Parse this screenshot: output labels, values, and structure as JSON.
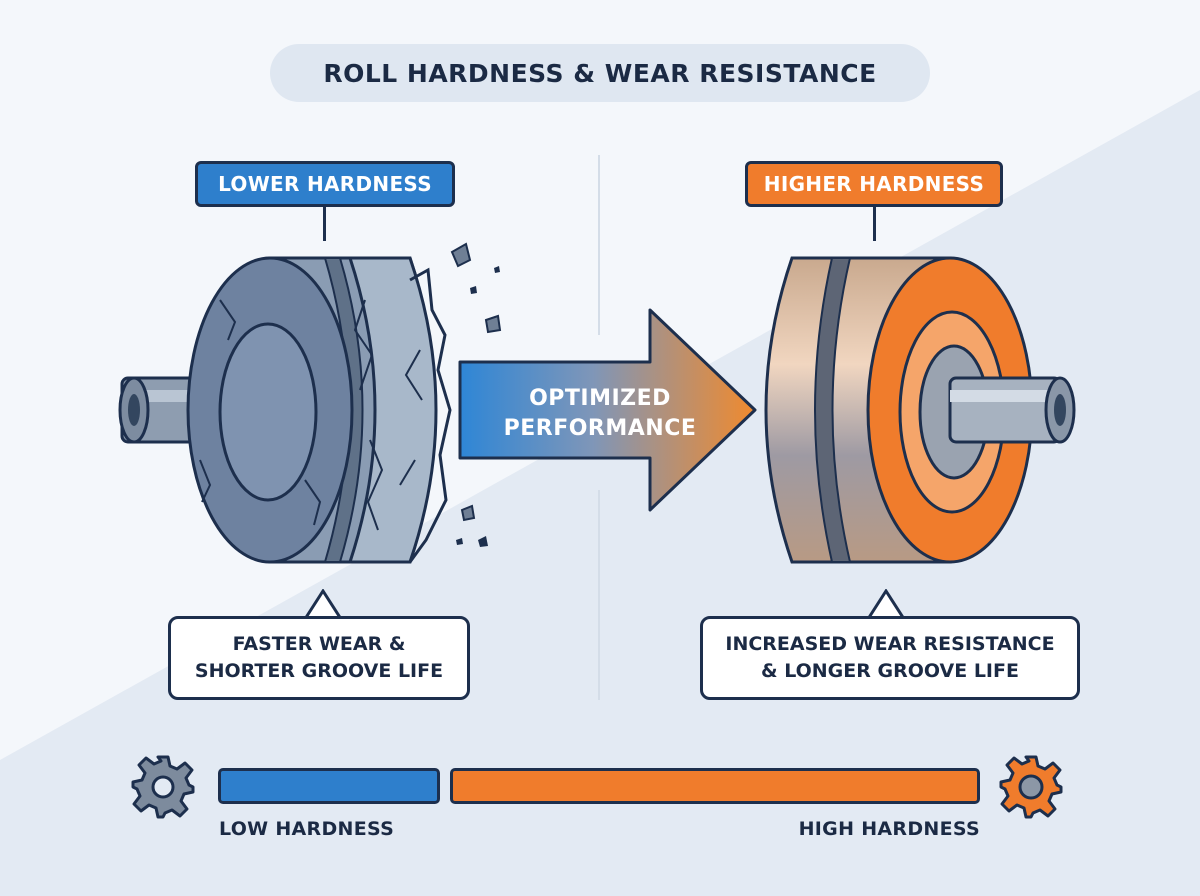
{
  "title": "ROLL HARDNESS & WEAR RESISTANCE",
  "left_panel": {
    "tag": "LOWER HARDNESS",
    "callout": "FASTER WEAR &\nSHORTER GROOVE LIFE",
    "color": "#2e7fcc"
  },
  "right_panel": {
    "tag": "HIGHER HARDNESS",
    "callout": "INCREASED WEAR RESISTANCE\n& LONGER GROOVE LIFE",
    "color": "#f07c2c"
  },
  "arrow": {
    "label": "OPTIMIZED\nPERFORMANCE"
  },
  "scale": {
    "low_label": "LOW HARDNESS",
    "high_label": "HIGH HARDNESS",
    "low_icon": "gear-icon",
    "high_icon": "gear-icon"
  },
  "colors": {
    "outline": "#1d2f4d",
    "blue": "#2e7fcc",
    "orange": "#f07c2c"
  }
}
